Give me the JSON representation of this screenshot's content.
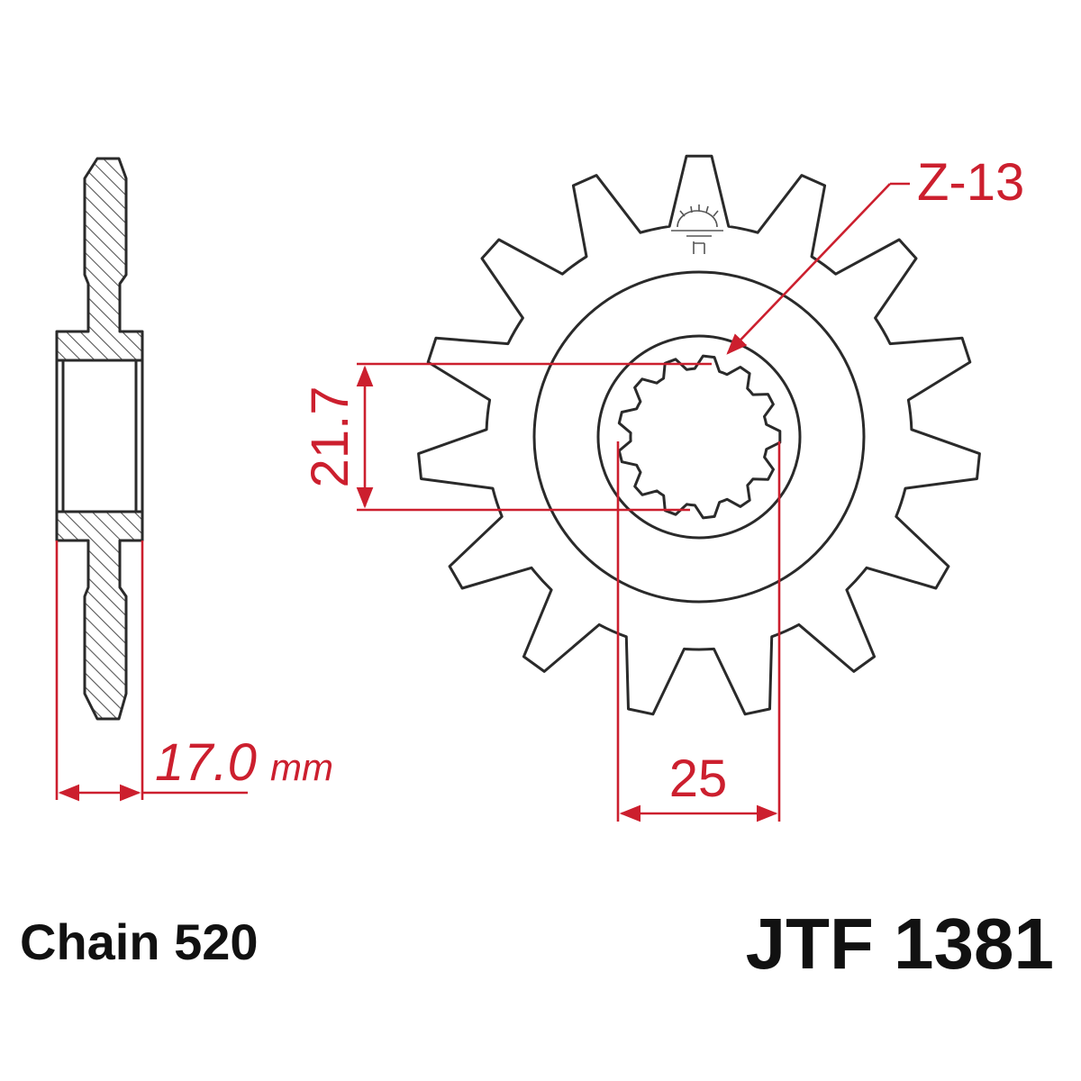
{
  "dimensions": {
    "teeth_label": "Z-13",
    "spline_inner_diameter": "21.7",
    "spline_outer_diameter": "25",
    "thickness_value": "17.0",
    "thickness_unit": "mm"
  },
  "footer": {
    "chain": "Chain 520",
    "part_number": "JTF 1381"
  },
  "counts": {
    "outer_teeth": 15,
    "splines": 13
  },
  "colors": {
    "outline": "#2a2a2a",
    "dimension": "#cc1f2e",
    "hatch": "#555555",
    "background": "#ffffff"
  }
}
